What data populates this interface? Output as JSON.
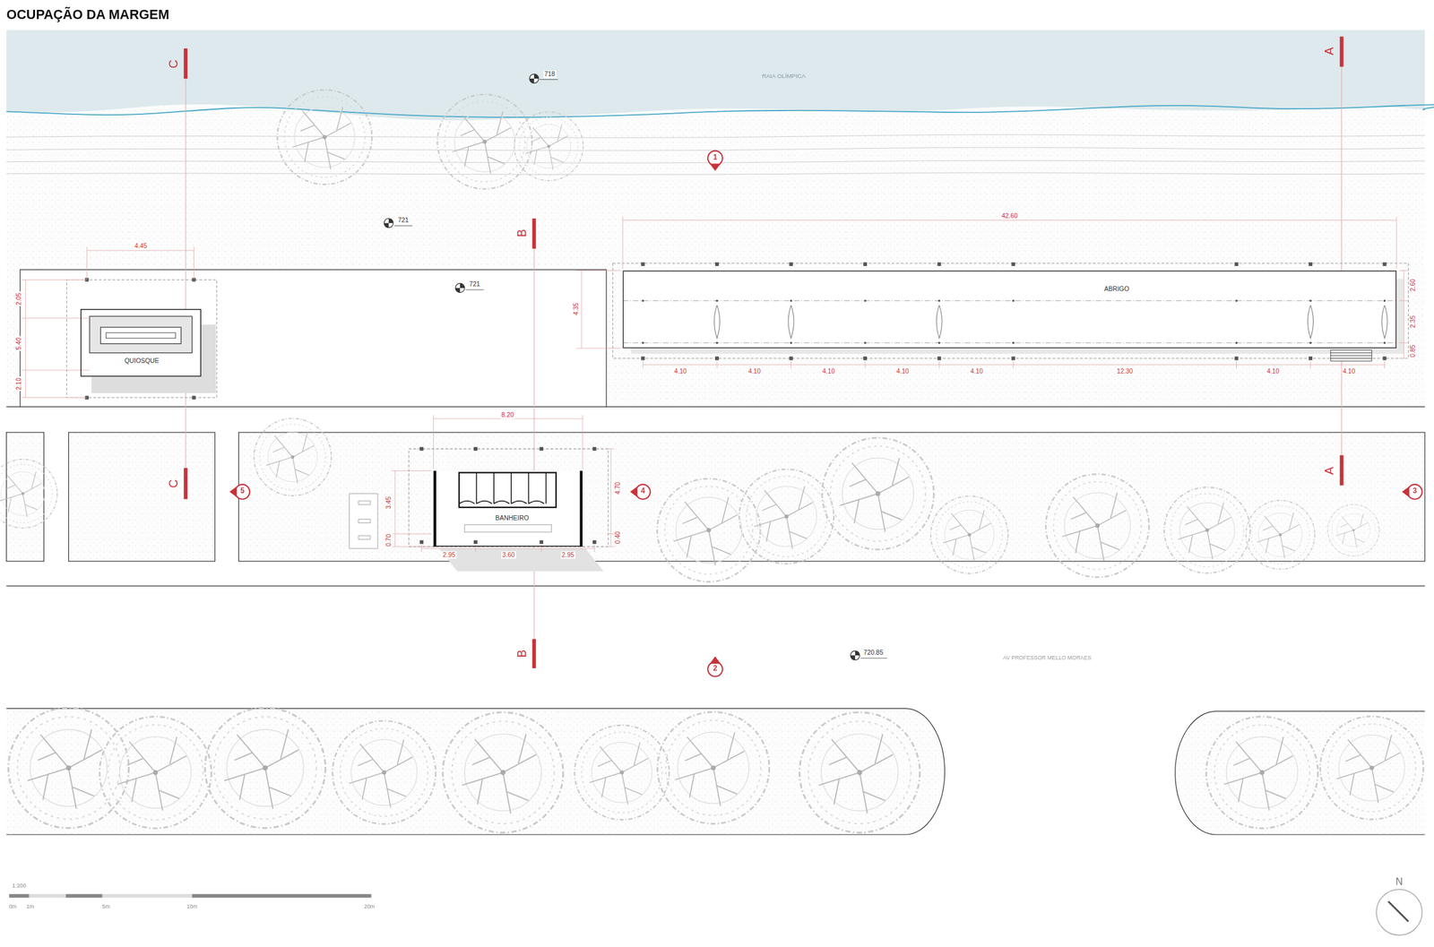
{
  "diagram": {
    "title": "OCUPAÇÃO DA MARGEM",
    "nodes": [
      {
        "text": [
          "RAIA OLÍMPICA"
        ]
      },
      {
        "text": [
          "QUIOSQUE"
        ]
      },
      {
        "text": [
          "ABRIGO"
        ]
      },
      {
        "text": [
          "BANHEIRO"
        ]
      }
    ],
    "labels": [
      "C",
      "718",
      "1",
      "721",
      "B",
      "42.60",
      "4.45",
      "721",
      "2.05",
      "5.40",
      "2.10",
      "4.35",
      "2.60",
      "2.35",
      "0.85",
      "4.10",
      "4.10",
      "4.10",
      "4.10",
      "4.10",
      "12.30",
      "4.10",
      "4.10",
      "A",
      "8.20",
      "C",
      "5",
      "3.45",
      "0.70",
      "2.95",
      "3.60",
      "2.95",
      "4.70",
      "0.40",
      "4",
      "A",
      "3",
      "B",
      "2",
      "720.85",
      "AV PROFESSOR MELLO MORAES",
      "1:200",
      "0m",
      "1m",
      "5m",
      "10m",
      "20m",
      "N"
    ]
  }
}
